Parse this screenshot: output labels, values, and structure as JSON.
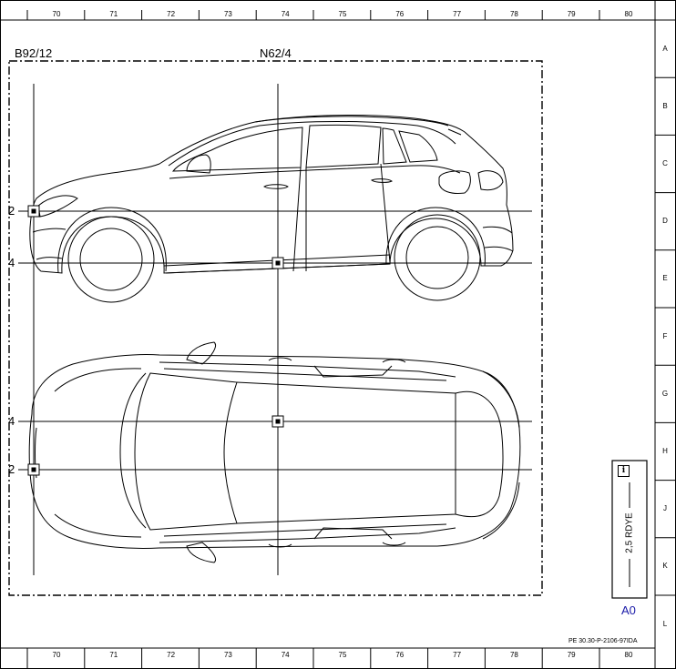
{
  "grid": {
    "columns": [
      "70",
      "71",
      "72",
      "73",
      "74",
      "75",
      "76",
      "77",
      "78",
      "79",
      "80"
    ],
    "rows": [
      "A",
      "B",
      "C",
      "D",
      "E",
      "F",
      "G",
      "H",
      "J",
      "K",
      "L"
    ]
  },
  "callouts": {
    "ground_point_left": "B92/12",
    "ground_point_right": "N62/4"
  },
  "levels": {
    "side_upper": "2",
    "side_lower": "4",
    "top_upper": "4",
    "top_lower": "2"
  },
  "legend_box": {
    "wire_spec": "2,5 RDYE",
    "info_icon": "info-icon",
    "sheet_label": "A0"
  },
  "document_ref": "PE 30.30-P-2106-97IDA",
  "colors": {
    "line": "#000000",
    "sheet_label": "#1a1aa8"
  }
}
